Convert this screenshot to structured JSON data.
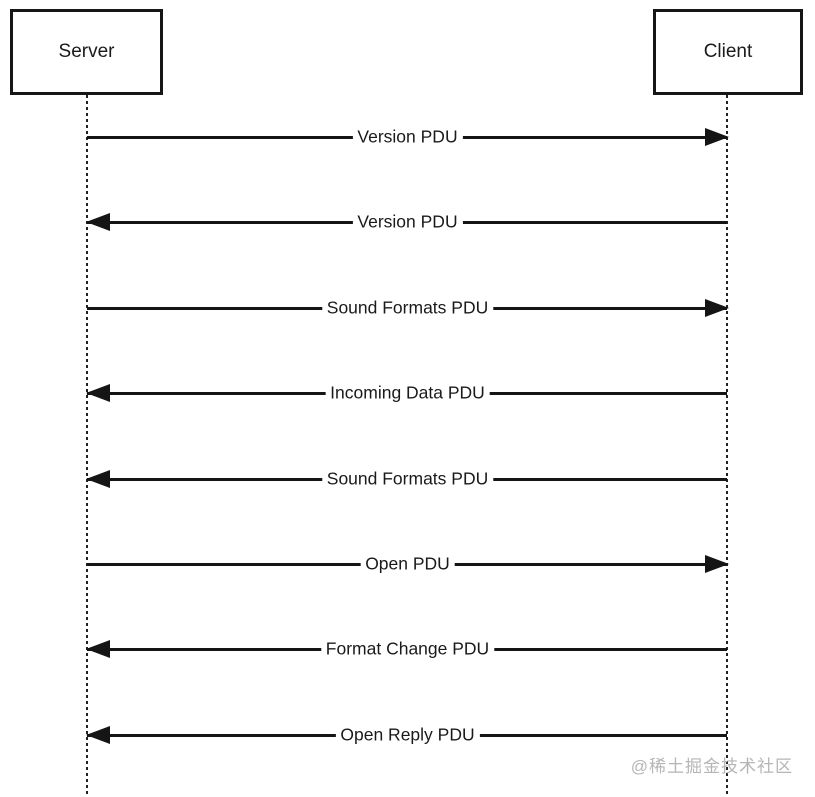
{
  "diagram": {
    "actors": [
      {
        "id": "server",
        "label": "Server"
      },
      {
        "id": "client",
        "label": "Client"
      }
    ],
    "messages": [
      {
        "label": "Version PDU",
        "from": "server",
        "to": "client"
      },
      {
        "label": "Version PDU",
        "from": "client",
        "to": "server"
      },
      {
        "label": "Sound Formats PDU",
        "from": "server",
        "to": "client"
      },
      {
        "label": "Incoming Data PDU",
        "from": "client",
        "to": "server"
      },
      {
        "label": "Sound Formats PDU",
        "from": "client",
        "to": "server"
      },
      {
        "label": "Open PDU",
        "from": "server",
        "to": "client"
      },
      {
        "label": "Format Change PDU",
        "from": "client",
        "to": "server"
      },
      {
        "label": "Open Reply PDU",
        "from": "client",
        "to": "server"
      }
    ],
    "colors": {
      "line": "#151515",
      "text": "#1a1a1a",
      "watermark": "#b5b5b5",
      "background": "#ffffff"
    }
  },
  "watermark": {
    "text": "@稀土掘金技术社区"
  }
}
